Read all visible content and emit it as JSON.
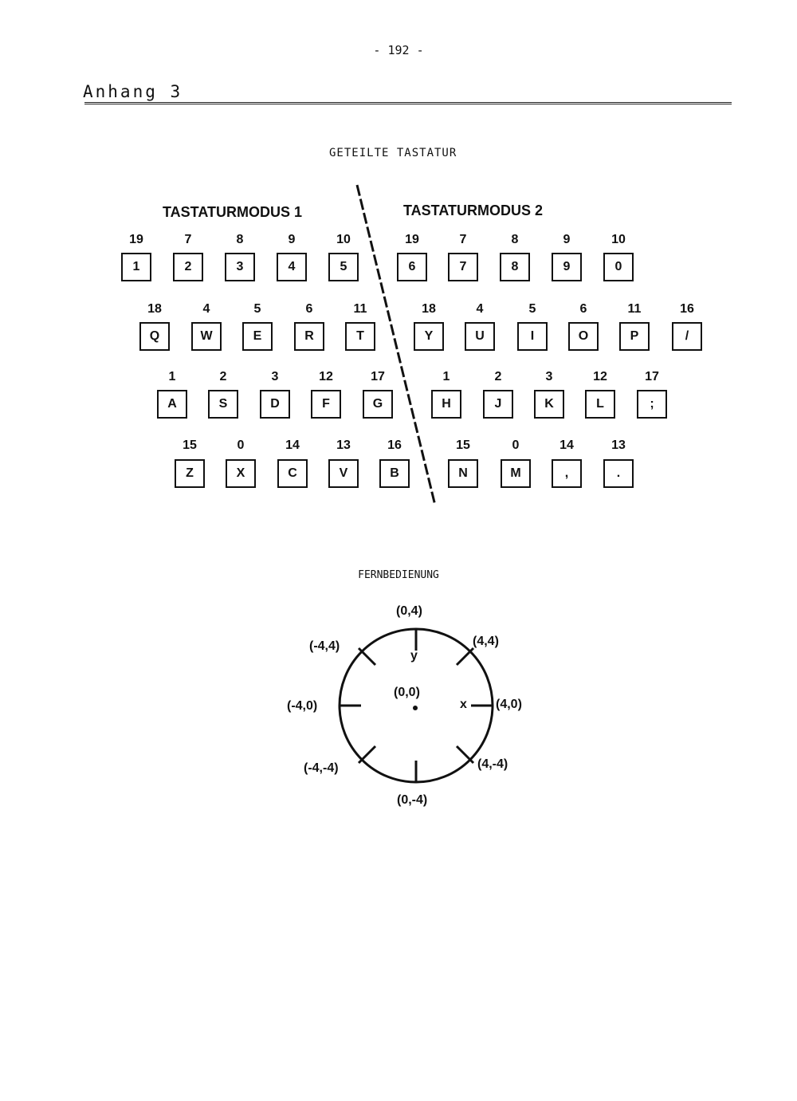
{
  "page": {
    "number": "- 192 -"
  },
  "heading": {
    "title": "Anhang 3"
  },
  "keyboard": {
    "title": "GETEILTE TASTATUR",
    "modes": [
      "TASTATURMODUS 1",
      "TASTATURMODUS 2"
    ],
    "rows": [
      {
        "keys": [
          "1",
          "2",
          "3",
          "4",
          "5",
          "6",
          "7",
          "8",
          "9",
          "0"
        ],
        "codes": [
          "19",
          "7",
          "8",
          "9",
          "10",
          "19",
          "7",
          "8",
          "9",
          "10"
        ]
      },
      {
        "keys": [
          "Q",
          "W",
          "E",
          "R",
          "T",
          "Y",
          "U",
          "I",
          "O",
          "P",
          "/"
        ],
        "codes": [
          "18",
          "4",
          "5",
          "6",
          "11",
          "18",
          "4",
          "5",
          "6",
          "11",
          "16"
        ]
      },
      {
        "keys": [
          "A",
          "S",
          "D",
          "F",
          "G",
          "H",
          "J",
          "K",
          "L",
          ";"
        ],
        "codes": [
          "1",
          "2",
          "3",
          "12",
          "17",
          "1",
          "2",
          "3",
          "12",
          "17"
        ]
      },
      {
        "keys": [
          "Z",
          "X",
          "C",
          "V",
          "B",
          "N",
          "M",
          ",",
          "."
        ],
        "codes": [
          "15",
          "0",
          "14",
          "13",
          "16",
          "15",
          "0",
          "14",
          "13"
        ]
      }
    ]
  },
  "remote": {
    "title": "FERNBEDIENUNG",
    "center": "(0,0)",
    "axis_x": "x",
    "axis_y": "y",
    "points": {
      "n": "(0,4)",
      "ne": "(4,4)",
      "e": "(4,0)",
      "se": "(4,-4)",
      "s": "(0,-4)",
      "sw": "(-4,-4)",
      "w": "(-4,0)",
      "nw": "(-4,4)"
    }
  }
}
